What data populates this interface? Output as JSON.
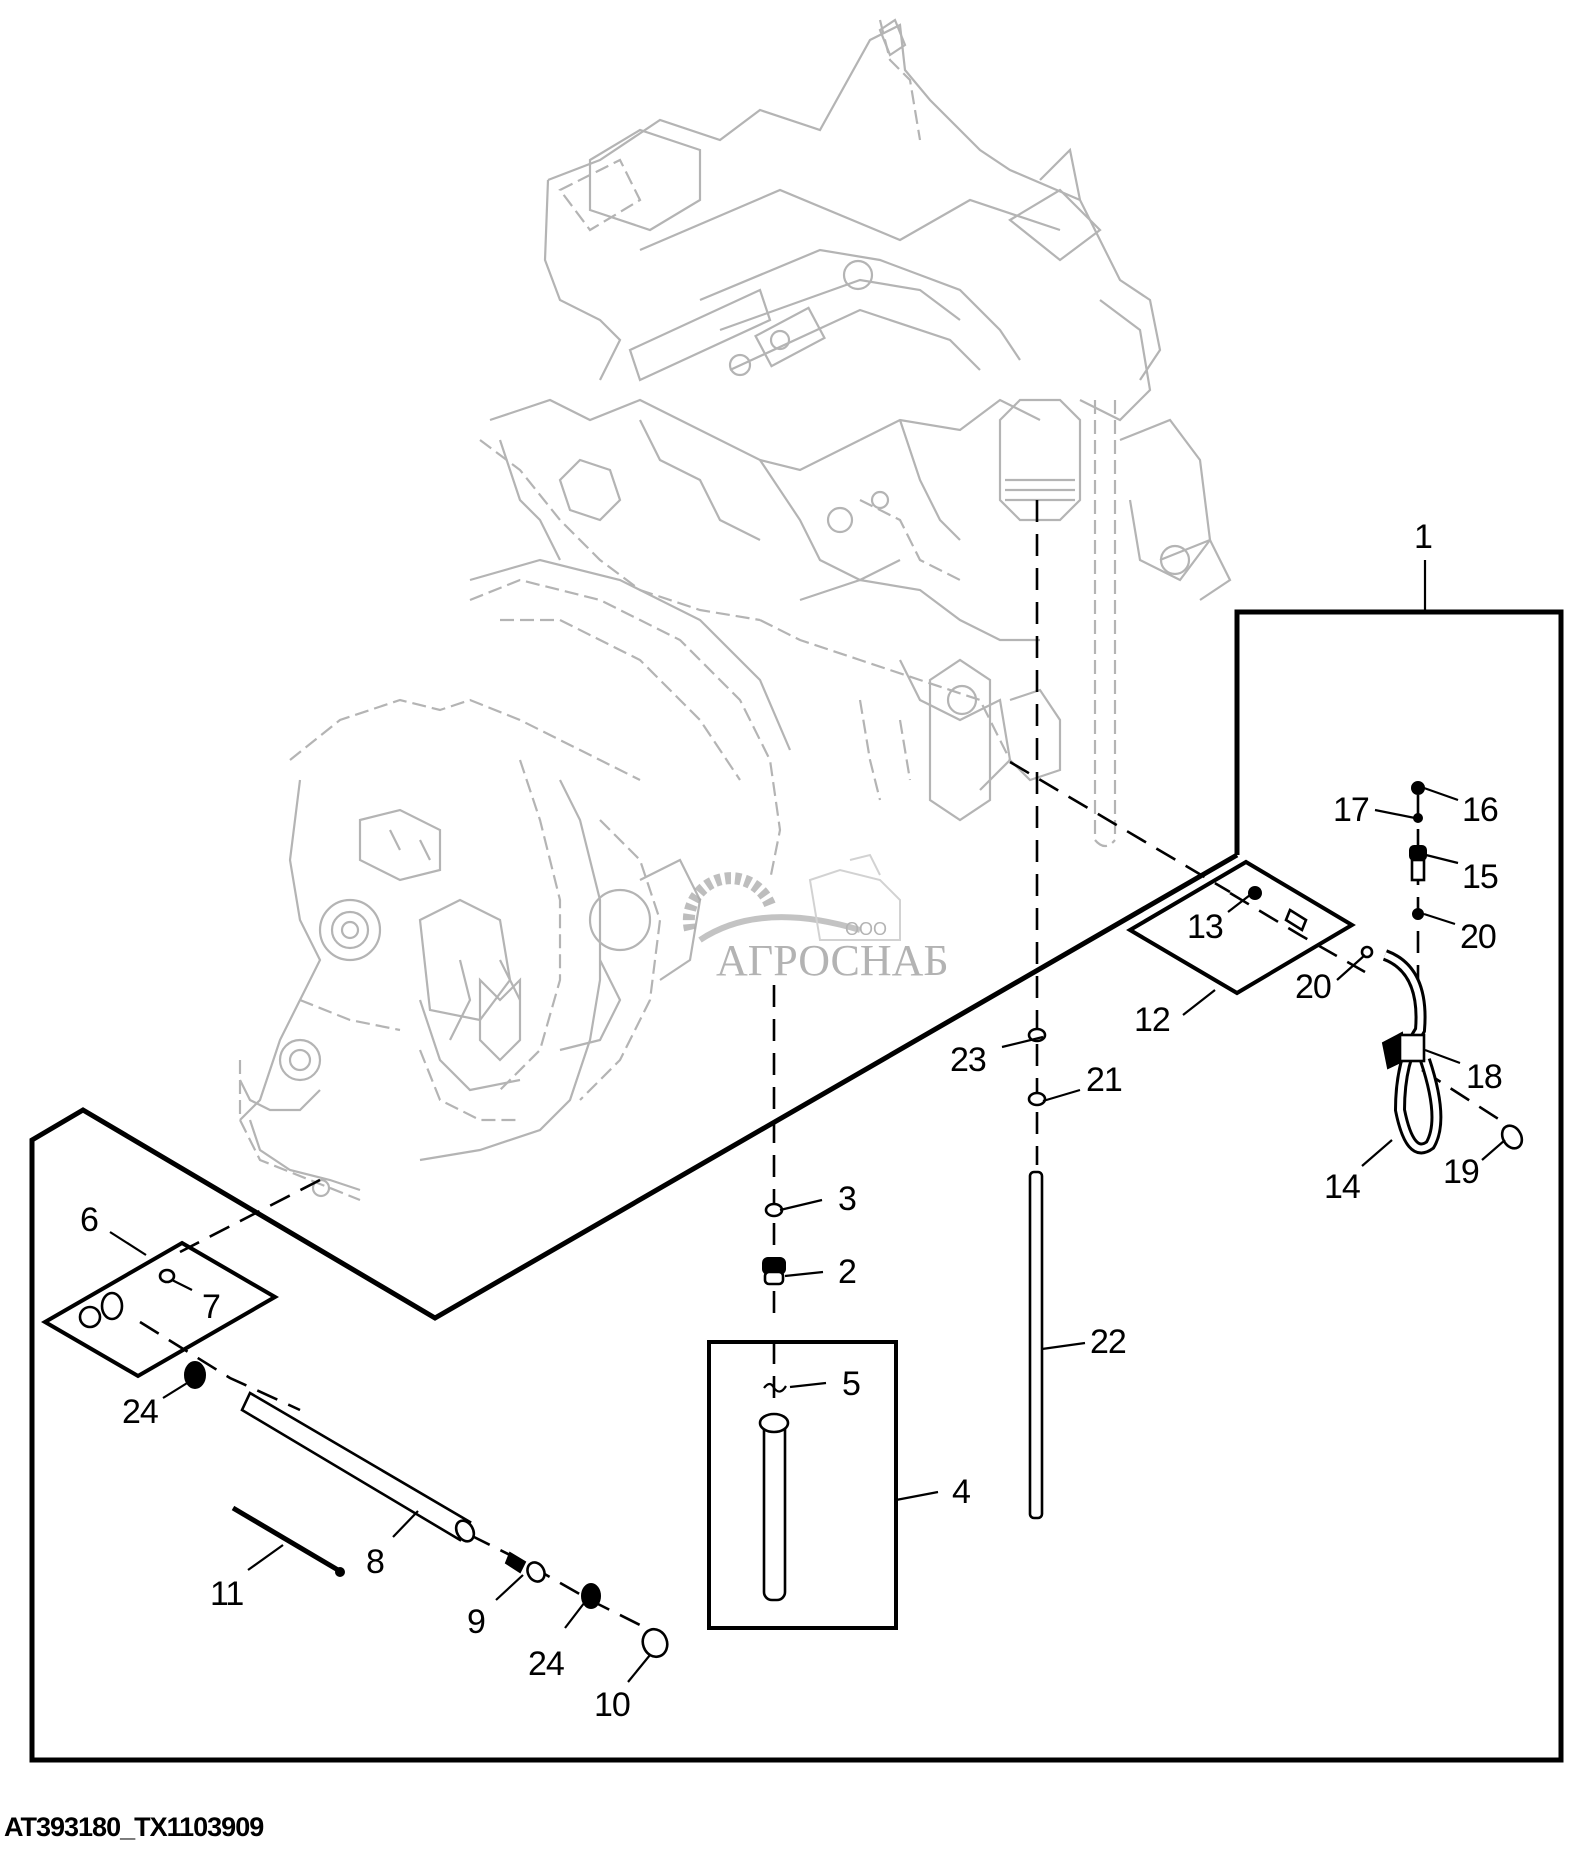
{
  "diagram": {
    "caption": "AT393180_TX1103909",
    "watermark": {
      "prefix": "ООО",
      "name": "АГРОСНАБ"
    },
    "callouts": {
      "c1": "1",
      "c2": "2",
      "c3": "3",
      "c4": "4",
      "c5": "5",
      "c6": "6",
      "c7": "7",
      "c8": "8",
      "c9": "9",
      "c10": "10",
      "c11": "11",
      "c12": "12",
      "c13": "13",
      "c14": "14",
      "c15": "15",
      "c16": "16",
      "c17": "17",
      "c18": "18",
      "c19": "19",
      "c20a": "20",
      "c20b": "20",
      "c21": "21",
      "c22": "22",
      "c23": "23",
      "c24a": "24",
      "c24b": "24"
    },
    "colors": {
      "line": "#000000",
      "background_art": "#b4b4b4",
      "watermark": "#9a9a9a"
    }
  }
}
